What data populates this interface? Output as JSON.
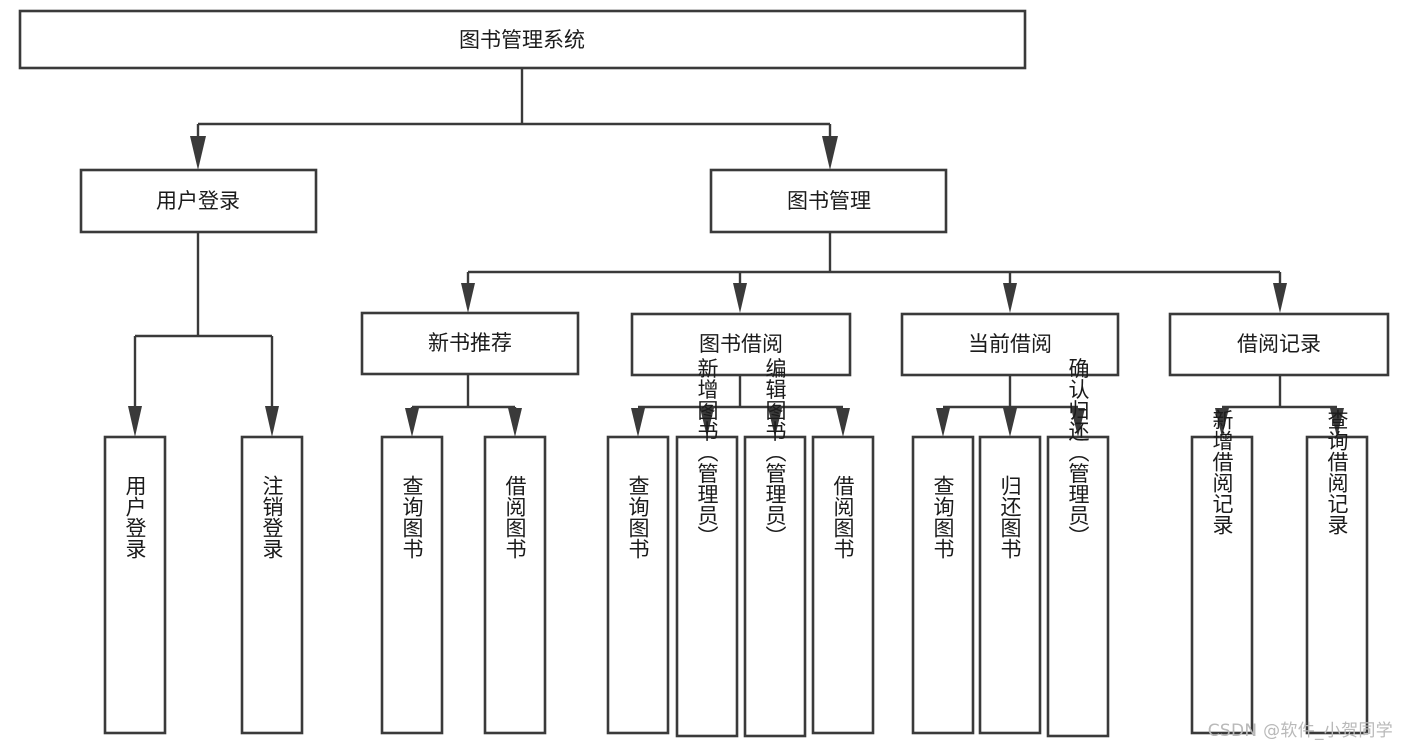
{
  "diagram": {
    "type": "tree-hierarchy",
    "title": "图书管理系统",
    "watermark": "CSDN @软件_小贺同学",
    "colors": {
      "box_stroke": "#3a3a3a",
      "box_fill": "#ffffff",
      "connector": "#3a3a3a",
      "text": "#1b1b1b",
      "watermark": "#b9b9b9",
      "background": "#ffffff"
    },
    "root": {
      "label": "图书管理系统"
    },
    "level2": [
      {
        "id": "user-login",
        "label": "用户登录"
      },
      {
        "id": "book-management",
        "label": "图书管理"
      }
    ],
    "level3": [
      {
        "id": "new-book-recommend",
        "label": "新书推荐",
        "parent": "book-management"
      },
      {
        "id": "book-borrow",
        "label": "图书借阅",
        "parent": "book-management"
      },
      {
        "id": "current-borrow",
        "label": "当前借阅",
        "parent": "book-management"
      },
      {
        "id": "borrow-record",
        "label": "借阅记录",
        "parent": "book-management"
      }
    ],
    "leaves": {
      "user-login": [
        {
          "id": "leaf-user-login",
          "label": "用户登录"
        },
        {
          "id": "leaf-logout-login",
          "label": "注销登录"
        }
      ],
      "new-book-recommend": [
        {
          "id": "leaf-query-book-1",
          "label": "查询图书"
        },
        {
          "id": "leaf-borrow-book-1",
          "label": "借阅图书"
        }
      ],
      "book-borrow": [
        {
          "id": "leaf-query-book-2",
          "label": "查询图书"
        },
        {
          "id": "leaf-add-book",
          "label": "新增图书（管理员）"
        },
        {
          "id": "leaf-edit-book",
          "label": "编辑图书（管理员）"
        },
        {
          "id": "leaf-borrow-book-2",
          "label": "借阅图书"
        }
      ],
      "current-borrow": [
        {
          "id": "leaf-query-book-3",
          "label": "查询图书"
        },
        {
          "id": "leaf-return-book",
          "label": "归还图书"
        },
        {
          "id": "leaf-confirm-return",
          "label": "确认归还（管理员）"
        }
      ],
      "borrow-record": [
        {
          "id": "leaf-add-record",
          "label": "新增借阅记录"
        },
        {
          "id": "leaf-query-record",
          "label": "查询借阅记录"
        }
      ]
    }
  }
}
